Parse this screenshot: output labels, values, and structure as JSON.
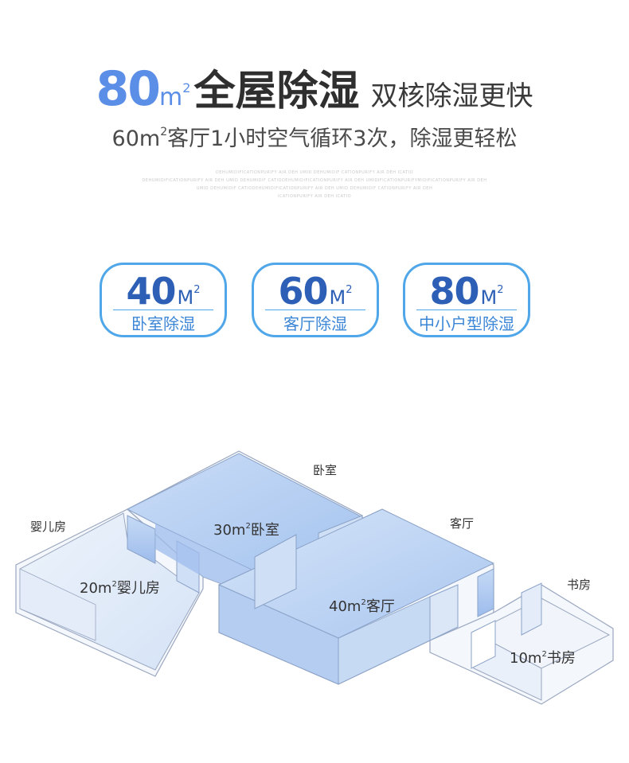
{
  "headline": {
    "number": "80",
    "unit": "m",
    "unit_sup": "2",
    "main": "全屋除湿",
    "sub": "双核除湿更快"
  },
  "subline": {
    "prefix": "60m",
    "sup": "2",
    "rest": "客厅1小时空气循环3次，除湿更轻松"
  },
  "micro_text": [
    "DEHUMIDIFICATIONPURIFY AIR DEH UMID DEHUMIDIF CATIONPURIFY AIR DEH ICATIO",
    "DEHUMIDIFICATIONPURIFY AIR DEH UMID DEHUMIDIF CATIODEHUMIDIFICATIONPURIFY AIR DEH UMIDIFICATIONPURIFYMIDIFICATIONPURIFY AIR DEH",
    "UMID DEHUMIDIF CATIODEHUMIDIFICATIONPURIFY AIR DEH UMID DEHUMIDIF CATIONPURIFY AIR DEH",
    "ICATIONPURIFY AIR DEH ICATIO"
  ],
  "badges": [
    {
      "number": "40",
      "unit": "M",
      "sup": "2",
      "label": "卧室除湿"
    },
    {
      "number": "60",
      "unit": "M",
      "sup": "2",
      "label": "客厅除湿"
    },
    {
      "number": "80",
      "unit": "M",
      "sup": "2",
      "label": "中小户型除湿"
    }
  ],
  "floorplan": {
    "room_labels": {
      "bedroom": "卧室",
      "nursery": "婴儿房",
      "living": "客厅",
      "study": "书房"
    },
    "room_areas": {
      "bedroom": {
        "value": "30m",
        "sup": "2",
        "name": "卧室"
      },
      "nursery": {
        "value": "20m",
        "sup": "2",
        "name": "婴儿房"
      },
      "living": {
        "value": "40m",
        "sup": "2",
        "name": "客厅"
      },
      "study": {
        "value": "10m",
        "sup": "2",
        "name": "书房"
      }
    }
  },
  "colors": {
    "accent": "#5b8ee6",
    "badge_border": "#4fa6e8",
    "badge_number": "#2c5fb5",
    "wall_line": "#9aa7c0",
    "room_fill": "#aecbf2"
  }
}
